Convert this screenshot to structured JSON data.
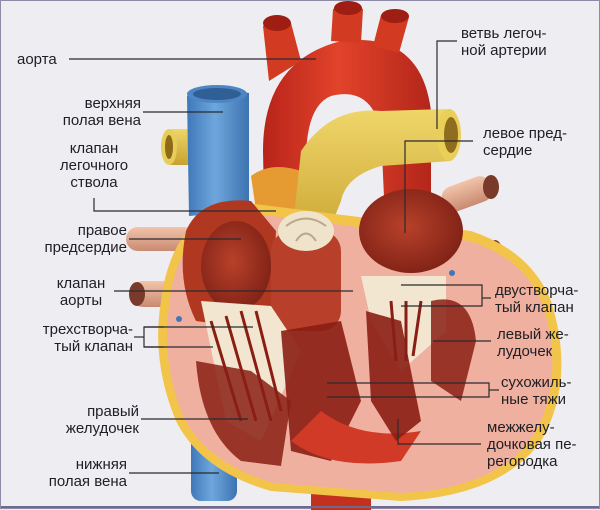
{
  "diagram": {
    "subject": "heart anatomy",
    "colors": {
      "background": "#eeedf2",
      "aorta": "#d8341e",
      "vena_cava": "#5d97cf",
      "pulmonary_artery": "#e2c04a",
      "myocardium": "#f0b2a2",
      "muscle_dark": "#8a1e14",
      "valve": "#efe3cc",
      "leader_line": "#2a2a30"
    },
    "labels_left": {
      "aorta": [
        "аорта"
      ],
      "superior_vena_cava": [
        "верхняя",
        "полая вена"
      ],
      "pulmonary_valve": [
        "клапан",
        "легочного",
        "ствола"
      ],
      "right_atrium": [
        "правое",
        "предсердие"
      ],
      "aortic_valve": [
        "клапан",
        "аорты"
      ],
      "tricuspid_valve": [
        "трехстворча-",
        "тый клапан"
      ],
      "right_ventricle": [
        "правый",
        "желудочек"
      ],
      "inferior_vena_cava": [
        "нижняя",
        "полая вена"
      ]
    },
    "labels_right": {
      "pulmonary_artery_branch": [
        "ветвь легоч-",
        "ной артерии"
      ],
      "left_atrium": [
        "левое пред-",
        "сердие"
      ],
      "mitral_valve": [
        "двустворча-",
        "тый клапан"
      ],
      "left_ventricle": [
        "левый же-",
        "лудочек"
      ],
      "chordae_tendineae": [
        "сухожиль-",
        "ные тяжи"
      ],
      "interventricular_septum": [
        "межжелу-",
        "дочковая пе-",
        "регородка"
      ]
    }
  }
}
